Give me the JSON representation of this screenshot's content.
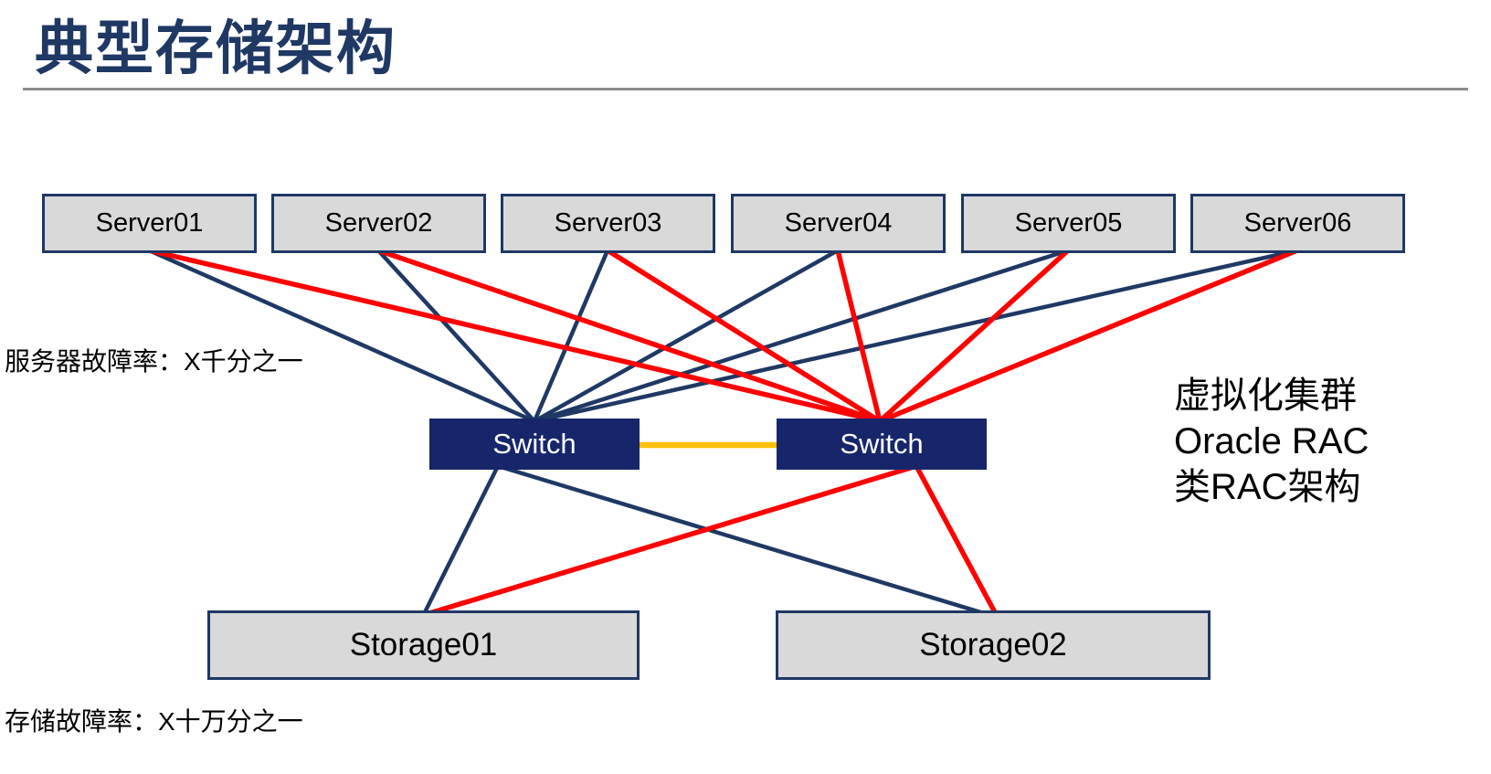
{
  "slide": {
    "title": "典型存储架构"
  },
  "diagram": {
    "servers": [
      "Server01",
      "Server02",
      "Server03",
      "Server04",
      "Server05",
      "Server06"
    ],
    "switches": [
      "Switch",
      "Switch"
    ],
    "storages": [
      "Storage01",
      "Storage02"
    ],
    "connections": [
      {
        "from": "Server01",
        "to": "Switch-left",
        "color": "navy"
      },
      {
        "from": "Server02",
        "to": "Switch-left",
        "color": "navy"
      },
      {
        "from": "Server03",
        "to": "Switch-left",
        "color": "navy"
      },
      {
        "from": "Server04",
        "to": "Switch-left",
        "color": "navy"
      },
      {
        "from": "Server05",
        "to": "Switch-left",
        "color": "navy"
      },
      {
        "from": "Server06",
        "to": "Switch-left",
        "color": "navy"
      },
      {
        "from": "Server01",
        "to": "Switch-right",
        "color": "red"
      },
      {
        "from": "Server02",
        "to": "Switch-right",
        "color": "red"
      },
      {
        "from": "Server03",
        "to": "Switch-right",
        "color": "red"
      },
      {
        "from": "Server04",
        "to": "Switch-right",
        "color": "red"
      },
      {
        "from": "Server05",
        "to": "Switch-right",
        "color": "red"
      },
      {
        "from": "Server06",
        "to": "Switch-right",
        "color": "red"
      },
      {
        "from": "Switch-left",
        "to": "Switch-right",
        "color": "yellow"
      },
      {
        "from": "Switch-left",
        "to": "Storage01",
        "color": "navy"
      },
      {
        "from": "Switch-left",
        "to": "Storage02",
        "color": "navy"
      },
      {
        "from": "Switch-right",
        "to": "Storage01",
        "color": "red"
      },
      {
        "from": "Switch-right",
        "to": "Storage02",
        "color": "red"
      }
    ]
  },
  "labels": {
    "server_failure_rate": "服务器故障率：X千分之一",
    "storage_failure_rate": "存储故障率：X十万分之一"
  },
  "note": {
    "lines": [
      "虚拟化集群",
      "Oracle RAC",
      "类RAC架构"
    ]
  },
  "colors": {
    "navy": "#1F3864",
    "red": "#FF0000",
    "yellow": "#FFC000",
    "boxfill": "#D9D9D9",
    "switchfill": "#17266B"
  }
}
